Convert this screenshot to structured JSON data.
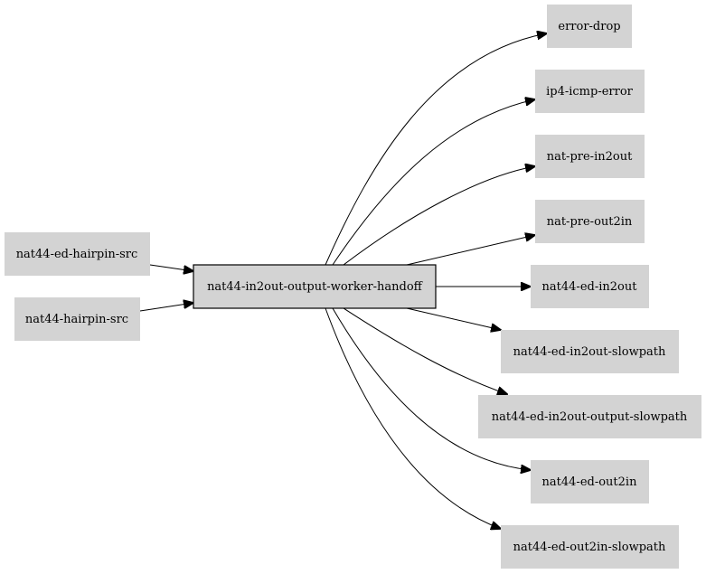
{
  "colors": {
    "node_fill": "#d3d3d3",
    "central_fill": "#d3d3d3",
    "edge": "#000000",
    "background": "#ffffff"
  },
  "nodes": {
    "ed_hairpin_src": "nat44-ed-hairpin-src",
    "hairpin_src": "nat44-hairpin-src",
    "central": "nat44-in2out-output-worker-handoff",
    "error_drop": "error-drop",
    "ip4_icmp_error": "ip4-icmp-error",
    "nat_pre_in2out": "nat-pre-in2out",
    "nat_pre_out2in": "nat-pre-out2in",
    "ed_in2out": "nat44-ed-in2out",
    "ed_in2out_slowpath": "nat44-ed-in2out-slowpath",
    "ed_in2out_output_slowpath": "nat44-ed-in2out-output-slowpath",
    "ed_out2in": "nat44-ed-out2in",
    "ed_out2in_slowpath": "nat44-ed-out2in-slowpath"
  }
}
